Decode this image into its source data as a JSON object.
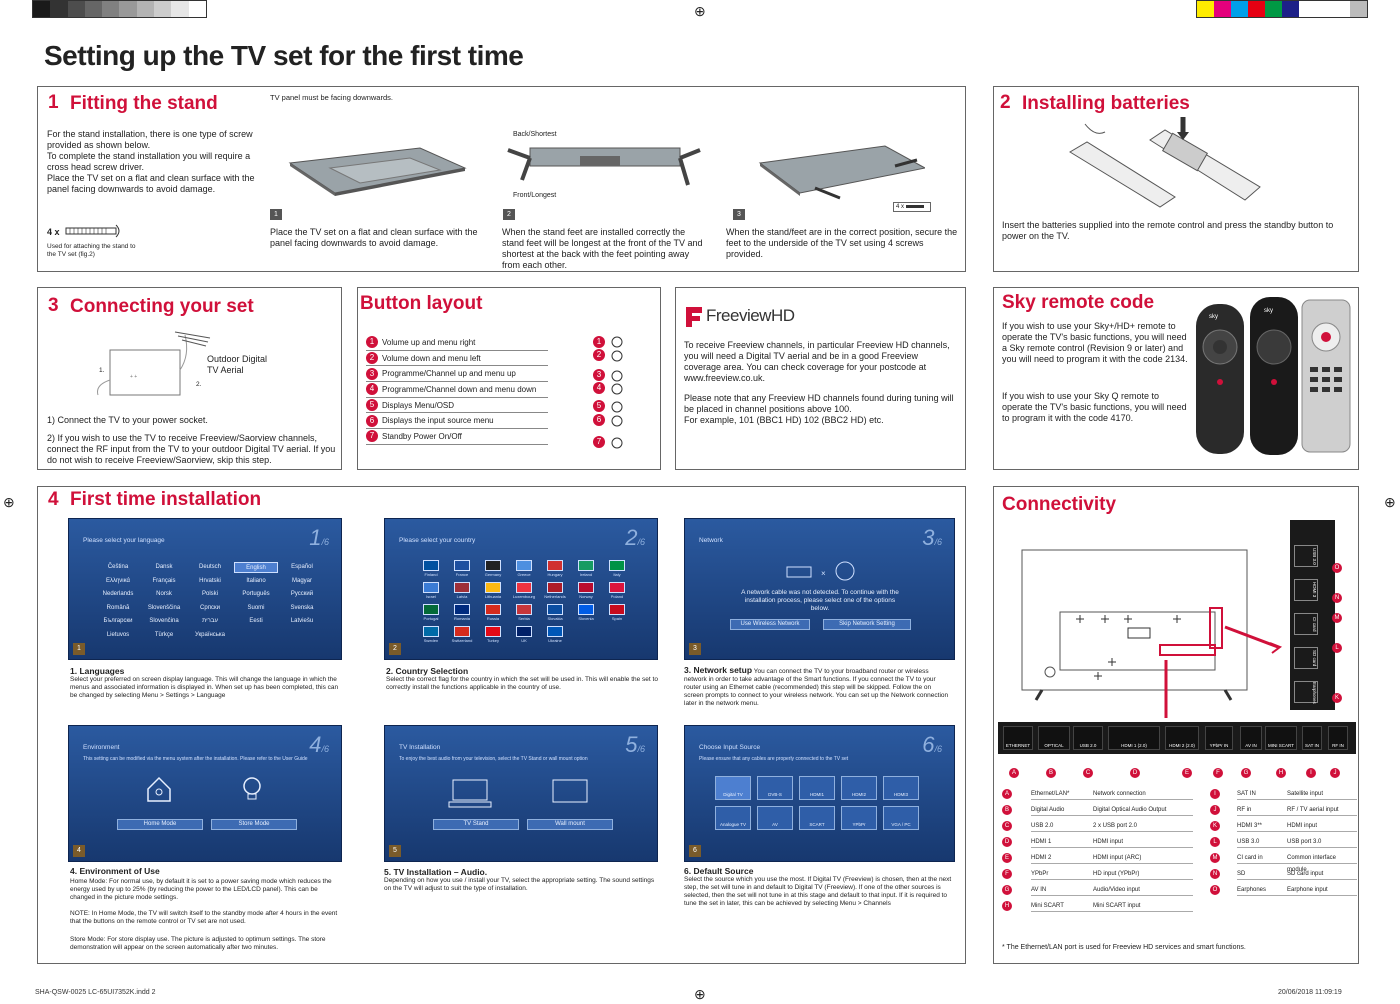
{
  "page": {
    "title": "Setting up the TV set for the first time",
    "footer_file": "SHA-QSW-0025 LC-65UI7352K.indd   2",
    "footer_date": "20/06/2018   11:09:19"
  },
  "colors": {
    "accent": "#d0103a",
    "screen_blue": "#1f4a8f",
    "text": "#222222"
  },
  "sec1": {
    "num": "1",
    "title": "Fitting the stand",
    "intro": "For the stand installation, there is one type of screw provided as shown below.\nTo complete the stand installation you will require a cross head screw driver.\nPlace the TV set on a flat and clean surface with the panel facing downwards to avoid damage.",
    "screw_count": "4 x",
    "screw_note": "Used for attaching the stand to the TV set (fig.2)",
    "panel_note": "TV panel must be facing downwards.",
    "back_label": "Back/Shortest",
    "front_label": "Front/Longest",
    "step1_num": "1",
    "step1": "Place the TV set on a flat and clean surface with the panel facing downwards to avoid damage.",
    "step2_num": "2",
    "step2": "When the stand feet are installed correctly the stand feet will be longest at the front of the TV and shortest at the back with the feet pointing away from each other.",
    "step3_num": "3",
    "step3": "When the stand/feet are in the correct position, secure the feet to the underside of the TV set using 4 screws provided.",
    "fig3_screw": "4 x"
  },
  "sec2": {
    "num": "2",
    "title": "Installing batteries",
    "text": "Insert the batteries supplied into the remote control and press the standby button to power on the TV."
  },
  "sec3": {
    "num": "3",
    "title": "Connecting your set",
    "aerial_label": "Outdoor Digital\nTV Aerial",
    "mark1": "1.",
    "mark2": "2.",
    "text1": "1) Connect the TV to your power socket.",
    "text2": "2) If you wish to use the TV to receive Freeview/Saorview channels, connect the RF input from the TV to your outdoor Digital TV aerial. If you do not wish to receive Freeview/Saorview, skip this step."
  },
  "buttons": {
    "title": "Button layout",
    "items": [
      {
        "n": "1",
        "label": "Volume up and menu right"
      },
      {
        "n": "2",
        "label": "Volume down and menu left"
      },
      {
        "n": "3",
        "label": "Programme/Channel up and menu up"
      },
      {
        "n": "4",
        "label": "Programme/Channel down and menu down"
      },
      {
        "n": "5",
        "label": "Displays Menu/OSD"
      },
      {
        "n": "6",
        "label": "Displays the input source menu"
      },
      {
        "n": "7",
        "label": "Standby Power On/Off"
      }
    ]
  },
  "freeview": {
    "logo": "FreeviewHD",
    "p1": "To receive Freeview channels, in particular Freeview HD channels, you will need a Digital TV aerial and be in a good Freeview coverage area. You can check coverage for your postcode at www.freeview.co.uk.",
    "p2": "Please note that any Freeview HD channels found during tuning will be placed in channel positions above 100.\nFor example, 101 (BBC1 HD) 102 (BBC2 HD) etc."
  },
  "sky": {
    "title": "Sky remote code",
    "p1": "If you wish to use your Sky+/HD+ remote to operate the TV's basic functions, you will need a Sky remote control (Revision 9 or later) and you will need to program it with the code 2134.",
    "p2": "If you wish to use your Sky Q remote to operate the TV's basic functions, you will need to program it with the code 4170."
  },
  "sec4": {
    "num": "4",
    "title": "First time installation",
    "screens": [
      {
        "n": "1",
        "title": "Please select your language",
        "big": "1",
        "caption_title": "1. Languages",
        "caption": "Select your preferred on screen display language.  This will change the language in which the menus and associated information is displayed in.  When set up has been completed, this can be changed by selecting Menu > Settings > Language"
      },
      {
        "n": "2",
        "title": "Please select your country",
        "big": "2",
        "caption_title": "2. Country Selection",
        "caption": "Select the correct flag for the country in which the set will be used in. This will enable the set to correctly install the functions applicable in the country of use."
      },
      {
        "n": "3",
        "title": "Network",
        "big": "3",
        "caption_title": "3. Network setup",
        "caption": "You can connect the TV to your broadband router or wireless network in order to take advantage of the Smart functions. If you connect the TV to your router using an Ethernet cable (recommended) this step will be skipped. Follow the on screen prompts to connect to your wireless network. You can set up the Network connection later in the network menu."
      },
      {
        "n": "4",
        "title": "Environment",
        "big": "4",
        "caption_title": "4. Environment of Use",
        "caption": ""
      },
      {
        "n": "5",
        "title": "TV Installation",
        "big": "5",
        "caption_title": "5. TV Installation – Audio.",
        "caption": "Depending on how you use / install your TV, select the appropriate setting. The sound settings on the TV will adjust to suit the type of installation."
      },
      {
        "n": "6",
        "title": "Choose Input Source",
        "big": "6",
        "caption_title": "6. Default Source",
        "caption": "Select the source which you use the most. If Digital TV (Freeview) is chosen, then at the next step, the set will tune in and default to Digital TV (Freeview). If one of the other sources is selected, then the set will not tune in at this stage and default to that input. If it is required to tune the set in later, this can be achieved by selecting Menu > Channels"
      }
    ],
    "of6": "/6",
    "languages": [
      "Čeština",
      "Dansk",
      "Deutsch",
      "English",
      "Español",
      "Ελληνικά",
      "Français",
      "Hrvatski",
      "Italiano",
      "Magyar",
      "Nederlands",
      "Norsk",
      "Polski",
      "Português",
      "Русский",
      "Română",
      "Slovenščina",
      "Српски",
      "Suomi",
      "Svenska",
      "Български",
      "Slovenčina",
      "עברית",
      "Eesti",
      "Latviešu",
      "Lietuvos",
      "Türkçe",
      "Українська"
    ],
    "countries": [
      "Finland",
      "France",
      "Germany",
      "Greece",
      "Hungary",
      "Ireland",
      "Italy",
      "Israel",
      "Latvia",
      "Lithuania",
      "Luxembourg",
      "Netherlands",
      "Norway",
      "Poland",
      "Portugal",
      "Romania",
      "Russia",
      "Serbia",
      "Slovakia",
      "Slovenia",
      "Spain",
      "Sweden",
      "Switzerland",
      "Turkey",
      "UK",
      "Ukraine"
    ],
    "network_msg": "A network cable was not detected. To continue with the installation process, please select one of the options below.",
    "net_btn1": "Use Wireless Network",
    "net_btn2": "Skip Network Setting",
    "env_sub": "This setting can be modified via the menu system after the installation. Please refer to the User Guide",
    "env_btn1": "Home Mode",
    "env_btn2": "Store Mode",
    "inst_sub": "To enjoy the best audio from your television, select the TV Stand or wall mount option",
    "inst_btn1": "TV Stand",
    "inst_btn2": "Wall mount",
    "src_sub": "Please ensure that any cables are properly connected to the TV set",
    "sources": [
      "Digital TV",
      "DVB-S",
      "HDMI1",
      "HDMI2",
      "HDMI3",
      "Analogue TV",
      "AV",
      "SCART",
      "YPbPr",
      "VGA / PC"
    ],
    "env_home": "Home Mode: For normal use, by default it is set to a power saving mode which reduces the energy used by up to 25% (by reducing the power to the LED/LCD panel). This can be changed in the picture mode settings.",
    "env_note": "NOTE: In Home Mode, the TV will switch itself to the standby mode after 4 hours in the event that the buttons on the remote control or TV set are not used.",
    "env_store": "Store Mode: For store display use. The picture is adjusted to optimum settings. The store demonstration will appear on the screen automatically after two minutes."
  },
  "connectivity": {
    "title": "Connectivity",
    "ports": [
      "ETHERNET",
      "OPTICAL",
      "USB 2.0",
      "HDMI 1 (2.0)",
      "HDMI 2 (2.0)",
      "YPbPr IN",
      "AV IN",
      "MINI SCART",
      "SAT IN",
      "RF IN"
    ],
    "side_ports": [
      "USB 3.0",
      "HDMI 3",
      "CI card",
      "SD card",
      "Earphones"
    ],
    "letters": [
      "A",
      "B",
      "C",
      "D",
      "E",
      "F",
      "G",
      "H",
      "I",
      "J"
    ],
    "side_letters": [
      "O",
      "N",
      "M",
      "L",
      "K"
    ],
    "left": [
      {
        "k": "A",
        "a": "Ethernet/LAN*",
        "b": "Network connection"
      },
      {
        "k": "B",
        "a": "Digital Audio",
        "b": "Digital Optical Audio Output"
      },
      {
        "k": "C",
        "a": "USB 2.0",
        "b": "2 x USB port 2.0"
      },
      {
        "k": "D",
        "a": "HDMI 1",
        "b": "HDMI input"
      },
      {
        "k": "E",
        "a": "HDMI 2",
        "b": "HDMI input (ARC)"
      },
      {
        "k": "F",
        "a": "YPbPr",
        "b": "HD input (YPbPr)"
      },
      {
        "k": "G",
        "a": "AV IN",
        "b": "Audio/Video input"
      },
      {
        "k": "H",
        "a": "Mini SCART",
        "b": "Mini SCART input"
      }
    ],
    "right": [
      {
        "k": "I",
        "a": "SAT IN",
        "b": "Satellite  input"
      },
      {
        "k": "J",
        "a": "RF in",
        "b": "RF / TV aerial input"
      },
      {
        "k": "K",
        "a": "HDMI 3**",
        "b": "HDMI input"
      },
      {
        "k": "L",
        "a": "USB 3.0",
        "b": "USB port 3.0"
      },
      {
        "k": "M",
        "a": "CI card in",
        "b": "Common interface module"
      },
      {
        "k": "N",
        "a": "SD",
        "b": "SD card input"
      },
      {
        "k": "O",
        "a": "Earphones",
        "b": "Earphone input"
      }
    ],
    "footnote": "* The Ethernet/LAN port is used for Freeview HD services and smart functions."
  }
}
